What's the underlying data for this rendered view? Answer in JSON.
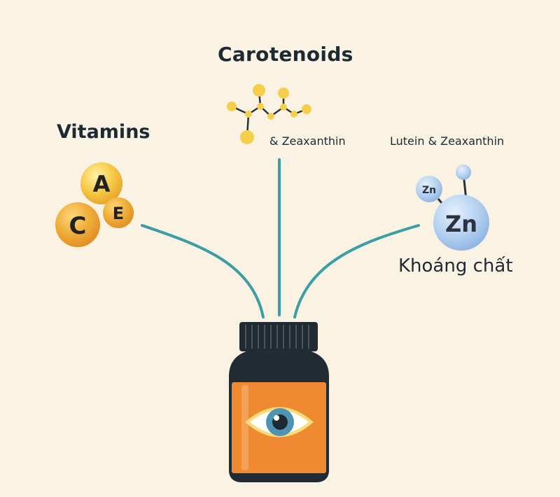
{
  "diagram": {
    "nodes": {
      "carotenoids": {
        "title": "Carotenoids",
        "subtitle": "& Zeaxanthin"
      },
      "vitamins": {
        "title": "Vitamins",
        "letters": [
          "A",
          "E",
          "C"
        ]
      },
      "minerals": {
        "title": "Khoáng chất",
        "subtitle": "Lutein & Zeaxanthin",
        "atoms": [
          "Zn",
          "Zn"
        ]
      }
    }
  },
  "colors": {
    "background": "#faf3e3",
    "connector": "#3a9ea5",
    "vitamin_gold": "#f4c64c",
    "vitamin_orange": "#eca434",
    "molecule_yellow": "#f6cf4a",
    "atom_blue": "#a8c8ee",
    "bottle_body": "#f08a32",
    "bottle_dark": "#222b33",
    "eye_iris": "#4e93b3"
  },
  "icons": [
    "carotenoid-molecule-icon",
    "vitamin-capsules-icon",
    "zinc-atom-icon",
    "supplement-bottle-icon",
    "eye-icon"
  ]
}
